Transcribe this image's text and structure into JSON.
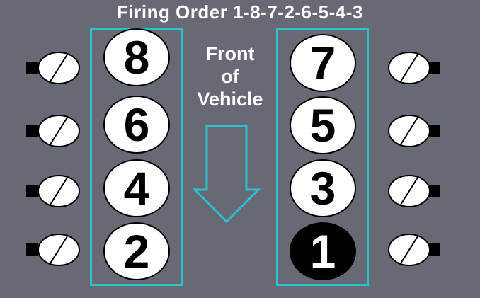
{
  "title": "Firing Order 1-8-7-2-6-5-4-3",
  "front_label": [
    "Front",
    "of",
    "Vehicle"
  ],
  "left_bank": [
    "8",
    "6",
    "4",
    "2"
  ],
  "right_bank": [
    "7",
    "5",
    "3",
    "1"
  ],
  "highlighted_cylinder": "1",
  "colors": {
    "background": "#676975",
    "bank_outline": "#27c4cf",
    "text": "#ffffff",
    "cylinder_fill": "#ffffff",
    "highlight_fill": "#000000"
  },
  "icons": {
    "spark_plug": "spark-plug-icon",
    "direction_arrow": "down-arrow-icon"
  }
}
